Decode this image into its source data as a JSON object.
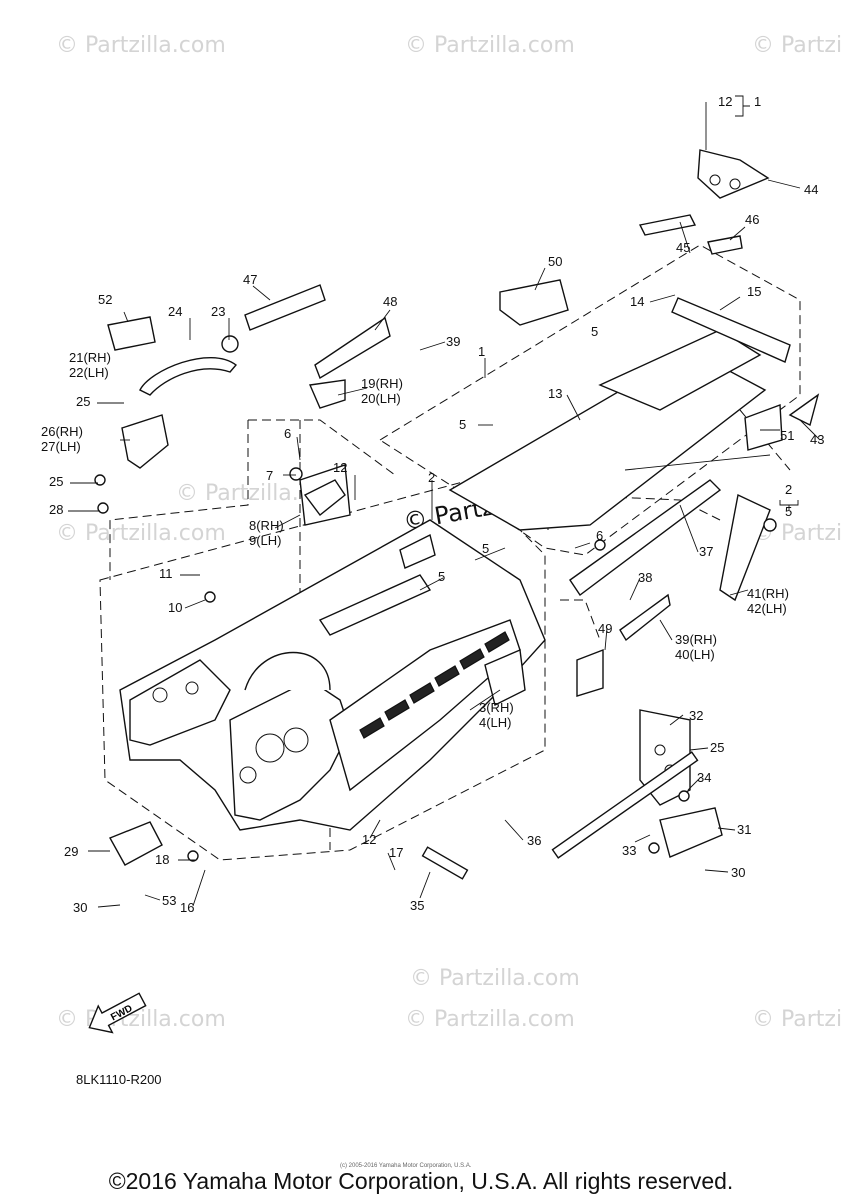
{
  "diagram_code": "8LK1110-R200",
  "copyright": "©2016 Yamaha Motor Corporation, U.S.A. All rights reserved.",
  "fine_print": "(c) 2005-2016 Yamaha Motor Corporation, U.S.A.",
  "watermark": "© Partzilla.com",
  "fwd_label": "FWD",
  "callouts": {
    "c1": "1",
    "c2": "2",
    "c3_4": "3(RH)\n4(LH)",
    "c5": "5",
    "c6": "6",
    "c7": "7",
    "c8_9": "8(RH)\n9(LH)",
    "c10": "10",
    "c11": "11",
    "c12": "12",
    "c13": "13",
    "c14": "14",
    "c15": "15",
    "c16": "16",
    "c17": "17",
    "c18": "18",
    "c19_20": "19(RH)\n20(LH)",
    "c21_22": "21(RH)\n22(LH)",
    "c23": "23",
    "c24": "24",
    "c25": "25",
    "c26_27": "26(RH)\n27(LH)",
    "c28": "28",
    "c29": "29",
    "c30": "30",
    "c31": "31",
    "c32": "32",
    "c33": "33",
    "c34": "34",
    "c35": "35",
    "c36": "36",
    "c37": "37",
    "c38": "38",
    "c39": "39",
    "c39_40": "39(RH)\n40(LH)",
    "c41_42": "41(RH)\n42(LH)",
    "c43": "43",
    "c44": "44",
    "c45": "45",
    "c46": "46",
    "c47": "47",
    "c48": "48",
    "c49": "49",
    "c50": "50",
    "c51": "51",
    "c52": "52",
    "c53": "53"
  }
}
